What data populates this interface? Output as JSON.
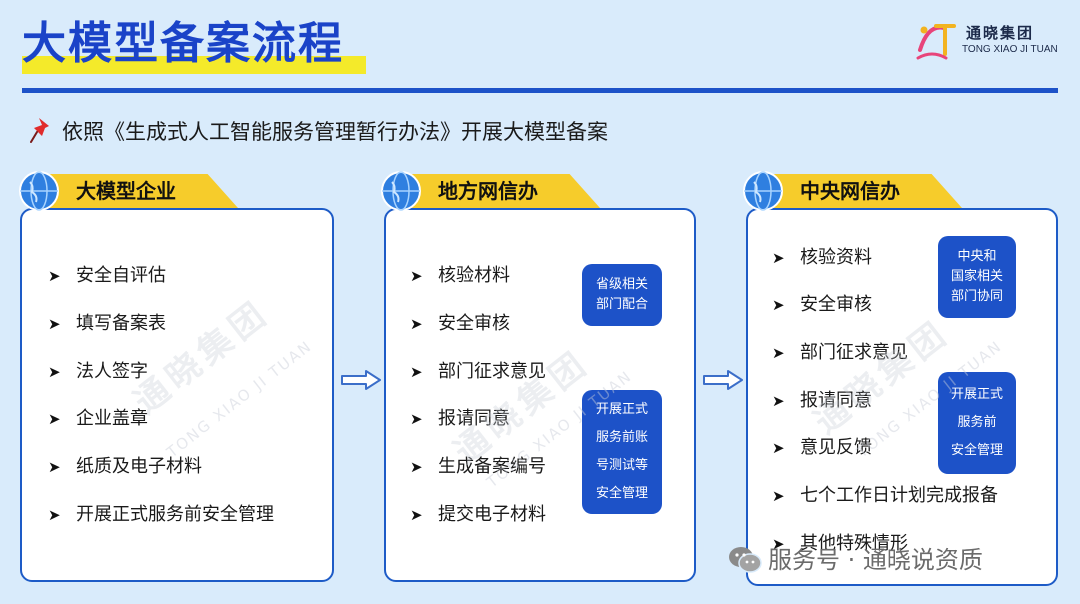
{
  "header": {
    "title": "大模型备案流程",
    "logo_name": "通晓集团",
    "logo_en": "TONG XIAO JI TUAN"
  },
  "basis": {
    "icon": "pushpin-icon",
    "text": "依照《生成式人工智能服务管理暂行办法》开展大模型备案"
  },
  "colors": {
    "title": "#1a43c8",
    "accent_blue": "#1d52c8",
    "tab_yellow": "#f6cc2b",
    "highlight_yellow": "#f4ea2a",
    "background": "#d9ebfb"
  },
  "panels": [
    {
      "heading": "大模型企业",
      "items": [
        "安全自评估",
        "填写备案表",
        "法人签字",
        "企业盖章",
        "纸质及电子材料",
        "开展正式服务前安全管理"
      ],
      "badges": []
    },
    {
      "heading": "地方网信办",
      "items": [
        "核验材料",
        "安全审核",
        "部门征求意见",
        "报请同意",
        "生成备案编号",
        "提交电子材料"
      ],
      "badges": [
        [
          "省级相关",
          "部门配合"
        ],
        [
          "开展正式",
          "服务前账",
          "号测试等",
          "安全管理"
        ]
      ]
    },
    {
      "heading": "中央网信办",
      "items": [
        "核验资料",
        "安全审核",
        "部门征求意见",
        "报请同意",
        "意见反馈",
        "七个工作日计划完成报备",
        "其他特殊情形"
      ],
      "badges": [
        [
          "中央和",
          "国家相关",
          "部门协同"
        ],
        [
          "开展正式",
          "服务前",
          "安全管理"
        ]
      ]
    }
  ],
  "arrow_glyph": "➤",
  "footer": {
    "icon": "wechat-icon",
    "text": "服务号 · 通晓说资质"
  }
}
